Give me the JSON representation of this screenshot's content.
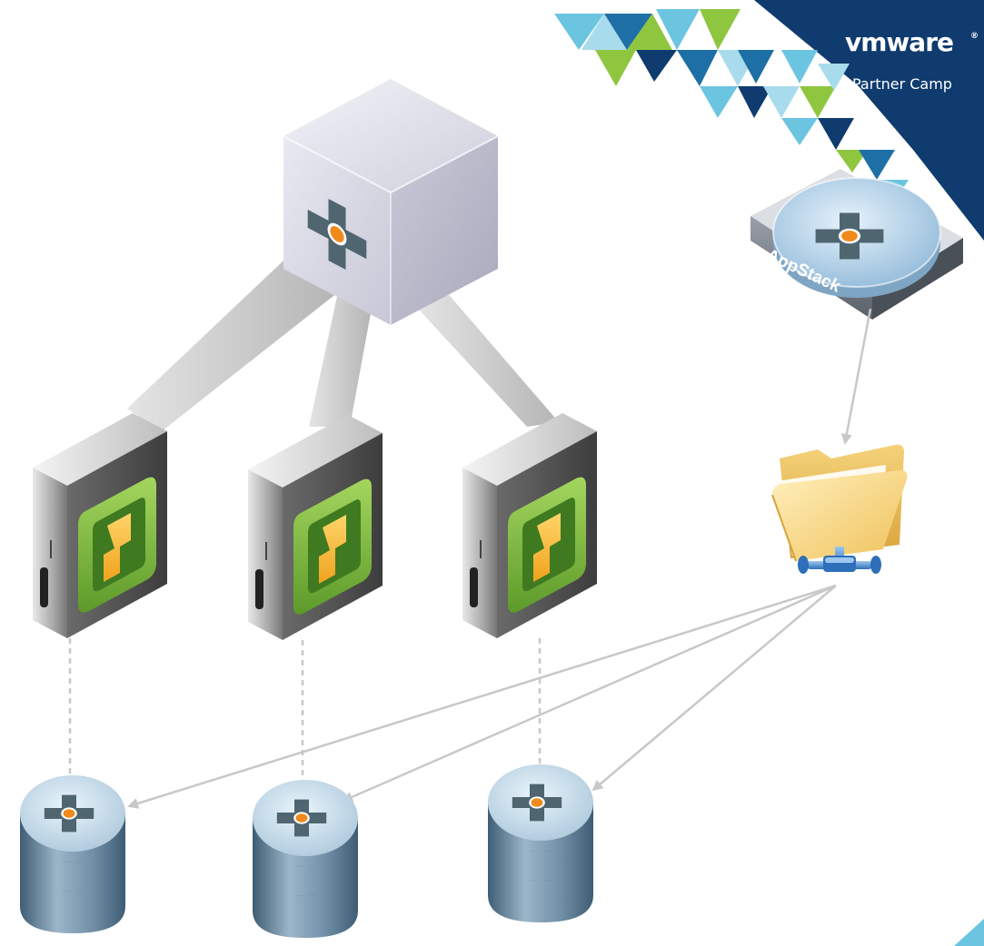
{
  "brand": {
    "logo_text": "vmware",
    "logo_mark": "®",
    "subtitle": "Partner Camp"
  },
  "appstack": {
    "label": "AppStack"
  },
  "icons": {
    "manager": "app-volumes-manager-cube-icon",
    "appstack": "appstack-disk-icon",
    "share": "network-share-folder-icon",
    "host": "vsphere-host-server-icon",
    "datastore": "app-volumes-datastore-icon"
  },
  "colors": {
    "vmware_navy": "#0f3b6e",
    "brand_green": "#8fc640",
    "brand_cyan": "#6cc5e0",
    "app_volumes_orange": "#f08a1c",
    "app_volumes_gray": "#4f6570",
    "connector_gray": "#c8c8c8"
  }
}
